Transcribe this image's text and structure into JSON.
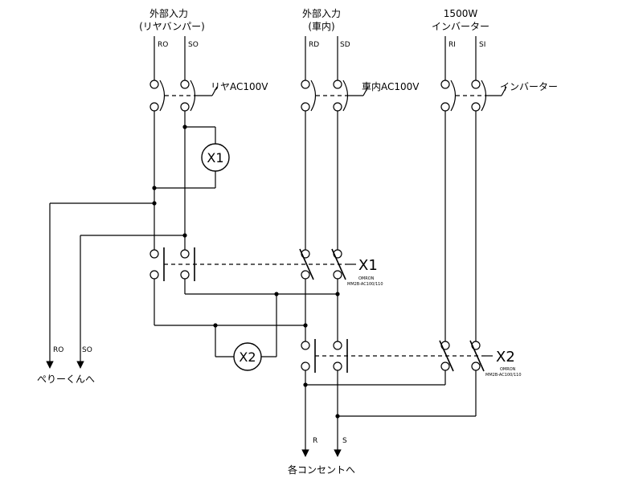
{
  "inputs": {
    "rear": {
      "title": "外部入力",
      "subtitle": "(リヤバンパー)",
      "line_r": "RO",
      "line_s": "SO",
      "breaker_label": "リヤAC100V"
    },
    "car": {
      "title": "外部入力",
      "subtitle": "(車内)",
      "line_r": "RD",
      "line_s": "SD",
      "breaker_label": "車内AC100V"
    },
    "inverter": {
      "title": "1500W",
      "subtitle": "インバーター",
      "line_r": "RI",
      "line_s": "SI",
      "breaker_label": "インバーター"
    }
  },
  "relays": {
    "x1": {
      "name": "X1",
      "maker": "OMRON",
      "model": "MM2B-AC100/110"
    },
    "x2": {
      "name": "X2",
      "maker": "OMRON",
      "model": "MM2B-AC100/110"
    }
  },
  "coils": {
    "x1": "X1",
    "x2": "X2"
  },
  "outputs": {
    "left": {
      "line_r": "RO",
      "line_s": "SO",
      "destination": "ぺりーくんへ"
    },
    "bottom": {
      "line_r": "R",
      "line_s": "S",
      "destination": "各コンセントへ"
    }
  }
}
